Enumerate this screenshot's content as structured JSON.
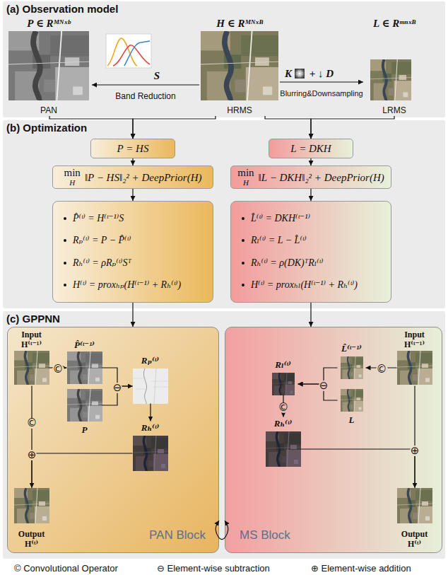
{
  "diagram": {
    "nodes": [
      {
        "text": [
          "(a) Observation model"
        ]
      },
      {
        "text": [
          "P ∈ Rᴹᴺˣᵇ",
          "PAN"
        ],
        "in": 0
      },
      {
        "text": [
          "H ∈ Rᴹᴺˣᴮ",
          "HRMS"
        ],
        "in": 0
      },
      {
        "text": [
          "L ∈ Rᵐⁿˣᴮ",
          "LRMS"
        ],
        "in": 0
      },
      {
        "text": [
          "(b) Optimization"
        ]
      },
      {
        "text": [
          "P = HS"
        ],
        "in": 4
      },
      {
        "text": [
          "L = DKH"
        ],
        "in": 4
      },
      {
        "text": [
          "min",
          "H",
          "‖P − HS‖₂² + DeepPrior(H)"
        ],
        "in": 4
      },
      {
        "text": [
          "min",
          "H",
          "‖L − DKH‖₂² + DeepPrior(H)"
        ],
        "in": 4
      },
      {
        "text": [
          "P̂⁽ᵗ⁾ = H⁽ᵗ⁻¹⁾S",
          "Rₚ⁽ᵗ⁾ = P − P̂⁽ᵗ⁾",
          "Rₕ⁽ᵗ⁾ = ρRₚ⁽ᵗ⁾Sᵀ",
          "H⁽ᵗ⁾ = proxₕₚ(H⁽ᵗ⁻¹⁾ + Rₕ⁽ᵗ⁾)"
        ],
        "in": 4
      },
      {
        "text": [
          "L̂⁽ᵗ⁾ = DKH⁽ᵗ⁻¹⁾",
          "Rₗ⁽ᵗ⁾ = L − L̂⁽ᵗ⁾",
          "Rₕ⁽ᵗ⁾ = ρ(DK)ᵀRₗ⁽ᵗ⁾",
          "H⁽ᵗ⁾ = proxₕₗ(H⁽ᵗ⁻¹⁾ + Rₕ⁽ᵗ⁾)"
        ],
        "in": 4
      },
      {
        "text": [
          "(c) GPPNN"
        ]
      },
      {
        "text": [
          "PAN Block"
        ],
        "in": 11
      },
      {
        "text": [
          "MS Block"
        ],
        "in": 11
      },
      {
        "text": [
          "Input H⁽ᵗ⁻¹⁾"
        ],
        "in": 12
      },
      {
        "text": [
          "P̂⁽ᵗ⁻¹⁾"
        ],
        "in": 12
      },
      {
        "text": [
          "P"
        ],
        "in": 12
      },
      {
        "text": [
          "Rₚ⁽ᵗ⁾"
        ],
        "in": 12
      },
      {
        "text": [
          "Rₕ⁽ᵗ⁾"
        ],
        "in": 12
      },
      {
        "text": [
          "Output H⁽ᵗ⁾"
        ],
        "in": 12
      },
      {
        "text": [
          "Input H⁽ᵗ⁻¹⁾"
        ],
        "in": 13
      },
      {
        "text": [
          "L̂⁽ᵗ⁻¹⁾"
        ],
        "in": 13
      },
      {
        "text": [
          "L"
        ],
        "in": 13
      },
      {
        "text": [
          "Rₗ⁽ᵗ⁾"
        ],
        "in": 13
      },
      {
        "text": [
          "Rₕ⁽ᵗ⁾"
        ],
        "in": 13
      },
      {
        "text": [
          "Output H⁽ᵗ⁾"
        ],
        "in": 13
      }
    ],
    "edges": [
      {
        "from": 2,
        "to": 1,
        "arrow": "to",
        "label": "Band Reduction"
      },
      {
        "from": 2,
        "to": 3,
        "arrow": "to",
        "label": "Blurring&Downsampling"
      },
      {
        "from": 1,
        "to": 5,
        "arrow": "to"
      },
      {
        "from": 2,
        "to": 5,
        "arrow": "to"
      },
      {
        "from": 2,
        "to": 6,
        "arrow": "to"
      },
      {
        "from": 3,
        "to": 6,
        "arrow": "to"
      },
      {
        "from": 5,
        "to": 7,
        "arrow": "to"
      },
      {
        "from": 6,
        "to": 8,
        "arrow": "to"
      },
      {
        "from": 7,
        "to": 9,
        "arrow": "to"
      },
      {
        "from": 8,
        "to": 10,
        "arrow": "to"
      },
      {
        "from": 9,
        "to": 12,
        "arrow": "to"
      },
      {
        "from": 10,
        "to": 13,
        "arrow": "to"
      },
      {
        "from": 14,
        "to": 15,
        "arrow": "to",
        "label": "©"
      },
      {
        "from": 15,
        "to": 17,
        "arrow": "to",
        "label": "⊖"
      },
      {
        "from": 16,
        "to": 17,
        "arrow": "to"
      },
      {
        "from": 17,
        "to": 18,
        "arrow": "to"
      },
      {
        "from": 18,
        "to": 19,
        "arrow": "to",
        "label": "⊕"
      },
      {
        "from": 14,
        "to": 19,
        "arrow": "to",
        "label": "©"
      },
      {
        "from": 20,
        "to": 21,
        "arrow": "to",
        "label": "©"
      },
      {
        "from": 21,
        "to": 23,
        "arrow": "to",
        "label": "⊖"
      },
      {
        "from": 22,
        "to": 23,
        "arrow": "to"
      },
      {
        "from": 23,
        "to": 24,
        "arrow": "to",
        "label": "©"
      },
      {
        "from": 24,
        "to": 25,
        "arrow": "to",
        "label": "⊕"
      },
      {
        "from": 20,
        "to": 25,
        "arrow": "to"
      },
      {
        "from": 12,
        "to": 13,
        "arrow": "both"
      }
    ],
    "labels": [
      "S",
      "K",
      "+ ↓ D"
    ],
    "legend": [
      {
        "text": "© Convolutional Operator"
      },
      {
        "text": "⊖ Element-wise subtraction"
      },
      {
        "text": "⊕ Element-wise addition"
      }
    ]
  }
}
